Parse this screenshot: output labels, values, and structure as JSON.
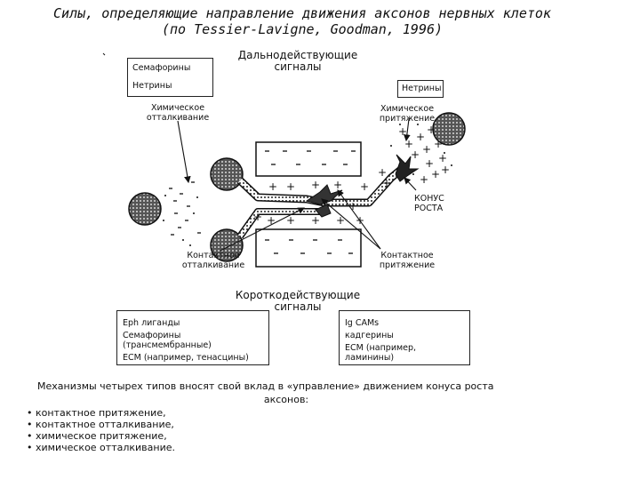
{
  "title": {
    "line1": "Силы, определяющие направление движения аксонов нервных клеток",
    "line2": "(по Tessier-Lavigne, Goodman, 1996)"
  },
  "diagram": {
    "long_range_header": [
      "Дальнодействующие",
      "сигналы"
    ],
    "box_left_top": [
      "Семафорины",
      "Нетрины"
    ],
    "box_right_top": "Нетрины",
    "chem_repulsion": [
      "Химическое",
      "отталкивание"
    ],
    "chem_attraction": [
      "Химическое",
      "притяжение"
    ],
    "growth_cone": [
      "КОНУС",
      "РОСТА"
    ],
    "contact_repulsion": [
      "Контактное",
      "отталкивание"
    ],
    "contact_attraction": [
      "Контактное",
      "притяжение"
    ],
    "short_range_header": [
      "Короткодействующие",
      "сигналы"
    ],
    "box_bottom_left": [
      "Eph лиганды",
      "Семафорины (трансмембранные)",
      "ECM (например, тенасцины)"
    ],
    "box_bottom_right": [
      "Ig CAMs",
      "кадгерины",
      "ECM (например, ламинины)"
    ]
  },
  "caption": {
    "lead": "Механизмы четырех типов вносят свой вклад в «управление» движением конуса роста",
    "lead2": "аксонов:",
    "items": [
      "контактное притяжение,",
      "контактное отталкивание,",
      "химическое притяжение,",
      "химическое отталкивание."
    ]
  }
}
